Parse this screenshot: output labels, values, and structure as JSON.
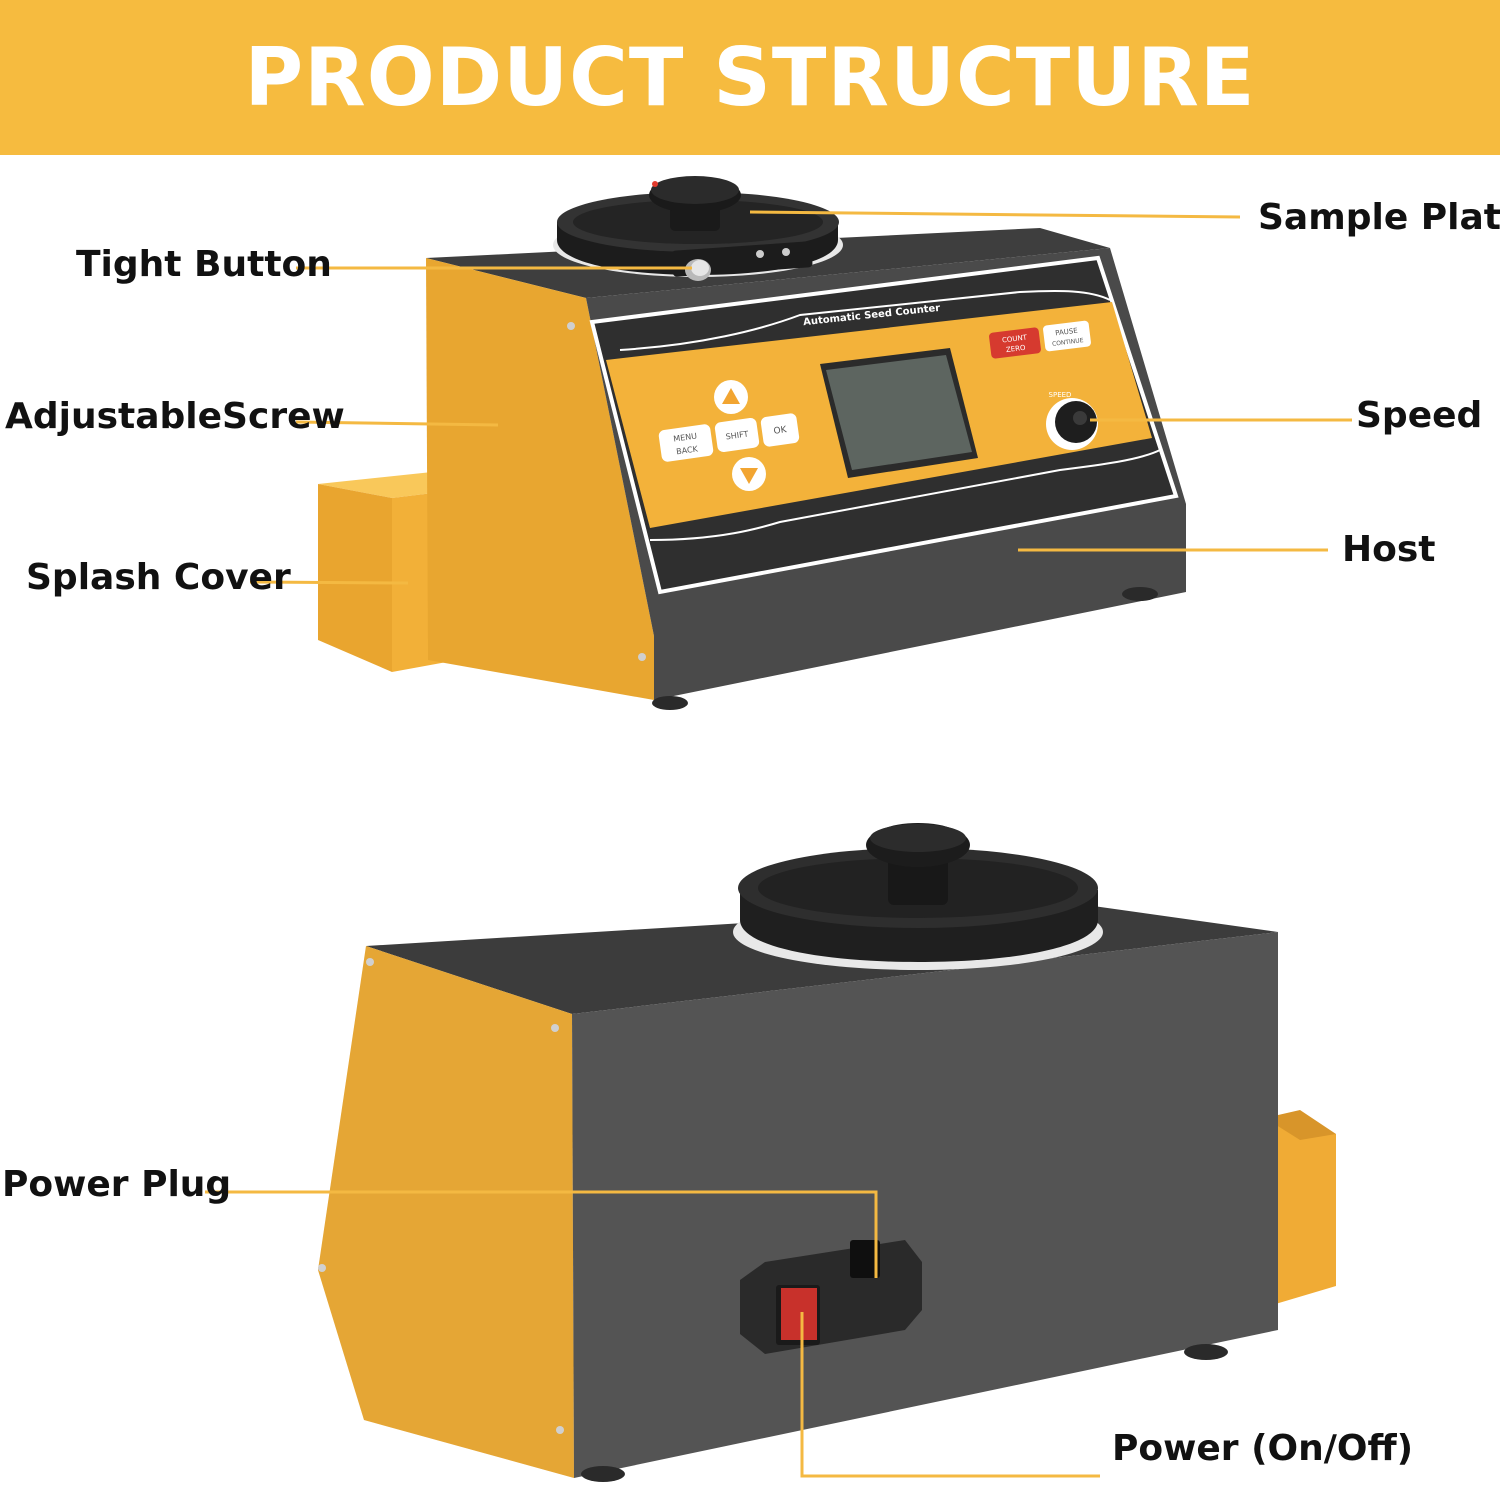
{
  "title": "PRODUCT STRUCTURE",
  "colors": {
    "accent": "#f6bb3f",
    "body_dark": "#4a4a4a",
    "body_yellow": "#f2ad32",
    "leader_line": "#f4b942"
  },
  "device": {
    "panel_title": "Automatic Seed Counter",
    "buttons": {
      "menu": "MENU",
      "back": "BACK",
      "shift": "SHIFT",
      "ok": "OK",
      "count_zero_top": "COUNT",
      "count_zero_bottom": "ZERO",
      "pause_continue_top": "PAUSE",
      "pause_continue_bottom": "CONTINUE",
      "speed_label": "SPEED"
    }
  },
  "callouts": {
    "sample_plate": "Sample Plate",
    "tight_button": "Tight Button",
    "adjustable_screw": "AdjustableScrew",
    "speed": "Speed",
    "splash_cover": "Splash Cover",
    "host": "Host",
    "power_plug": "Power Plug",
    "power_switch": "Power (On/Off)"
  }
}
